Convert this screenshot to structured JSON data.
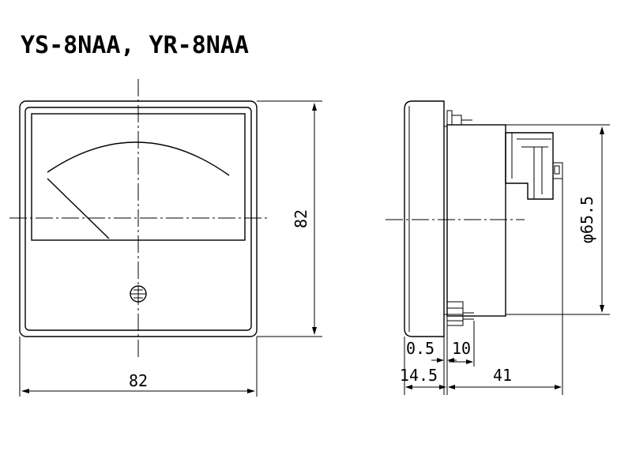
{
  "title": "YS-8NAA, YR-8NAA",
  "dimensions": {
    "front_width": "82",
    "front_height": "82",
    "diameter": "φ65.5",
    "bezel_thickness": "0.5",
    "terminal_length": "10",
    "front_depth": "14.5",
    "body_depth": "41"
  },
  "colors": {
    "line": "#000000",
    "background": "#ffffff"
  }
}
